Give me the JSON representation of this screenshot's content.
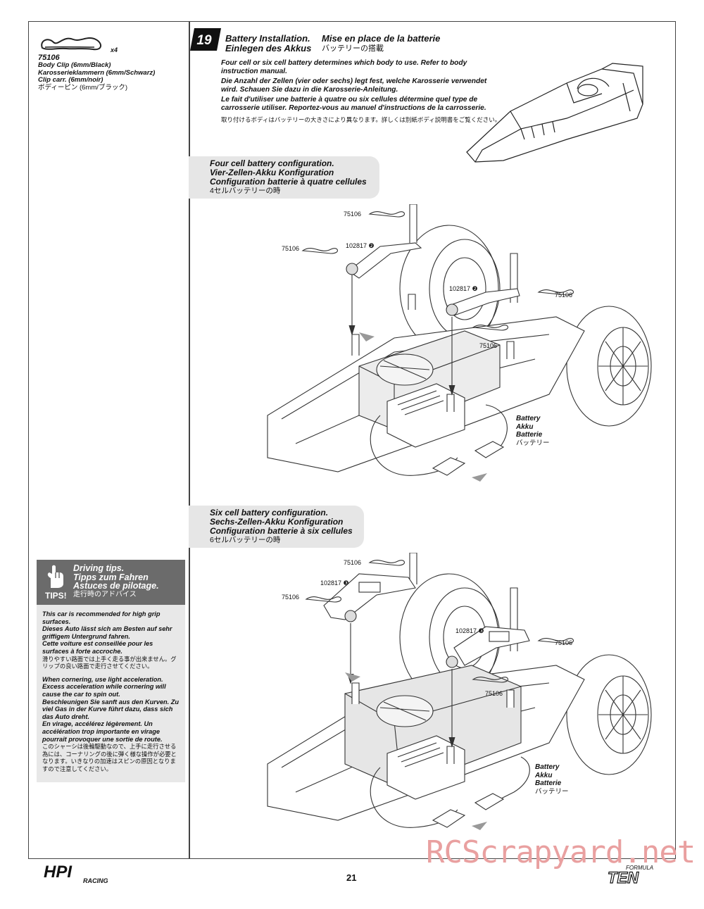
{
  "page_number": "21",
  "watermark": "RCScrapyard.net",
  "logos": {
    "left": "HPI",
    "left_sub": "RACING",
    "right_top": "FORMULA",
    "right": "TEN"
  },
  "part": {
    "qty": "x4",
    "number": "75106",
    "desc_en": "Body Clip (6mm/Black)",
    "desc_de": "Karosserieklammern (6mm/Schwarz)",
    "desc_fr": "Clip carr. (6mm/noir)",
    "desc_jp": "ボディーピン (6mm/ブラック)"
  },
  "step": {
    "number": "19",
    "title_en": "Battery Installation.",
    "title_de": "Einlegen des Akkus",
    "title_fr": "Mise en place de la batterie",
    "title_jp": "バッテリーの搭載"
  },
  "intro": {
    "en": "Four cell or six cell battery determines which body to use. Refer to body instruction manual.",
    "de": "Die Anzahl der Zellen (vier oder sechs) legt fest, welche Karosserie verwendet wird. Schauen Sie dazu in die Karosserie-Anleitung.",
    "fr": "Le fait d'utiliser une batterie à quatre ou six cellules détermine quel type de carrosserie utiliser. Reportez-vous au manuel d'instructions de la carrosserie.",
    "jp": "取り付けるボディはバッテリーの大きさにより異なります。詳しくは別紙ボディ説明書をご覧ください。"
  },
  "config4": {
    "en": "Four cell battery configuration.",
    "de": "Vier-Zellen-Akku Konfiguration",
    "fr": "Configuration batterie à quatre cellules",
    "jp": "4セルバッテリーの時",
    "callouts": [
      "75106",
      "102817 ❷",
      "75106",
      "102817 ❷",
      "75106",
      "75106"
    ]
  },
  "config6": {
    "en": "Six cell battery configuration.",
    "de": "Sechs-Zellen-Akku Konfiguration",
    "fr": "Configuration batterie à six cellules",
    "jp": "6セルバッテリーの時",
    "callouts": [
      "75106",
      "102817 ❸",
      "75106",
      "102817 ❸",
      "75106",
      "75106"
    ]
  },
  "battery_label": {
    "en": "Battery",
    "de": "Akku",
    "fr": "Batterie",
    "jp": "バッテリー"
  },
  "tips": {
    "label": "TIPS!",
    "title_en": "Driving tips.",
    "title_de": "Tipps zum Fahren",
    "title_fr": "Astuces de pilotage.",
    "title_jp": "走行時のアドバイス",
    "p1_en": "This car is recommended for high grip surfaces.",
    "p1_de": "Dieses Auto lässt sich am Besten auf sehr griffigem Untergrund fahren.",
    "p1_fr": "Cette voiture est conseillée pour les surfaces à forte accroche.",
    "p1_jp": "滑りやすい路面では上手く走る事が出来ません。グリップの良い路面で走行させてください。",
    "p2_en": "When cornering, use light acceleration. Excess acceleration while cornering will cause the car to spin out.",
    "p2_de": "Beschleunigen Sie sanft aus den Kurven. Zu viel Gas in der Kurve führt dazu, dass sich das Auto dreht.",
    "p2_fr": "En virage, accélérez légèrement. Un accélération trop importante en virage pourrait provoquer une sortie de route.",
    "p2_jp": "このシャーシは後輪駆動なので、上手に走行させる為には、コーナリングの後に弾く様な操作が必要となります。いきなりの加速はスピンの原因となりますので注意してください。"
  }
}
